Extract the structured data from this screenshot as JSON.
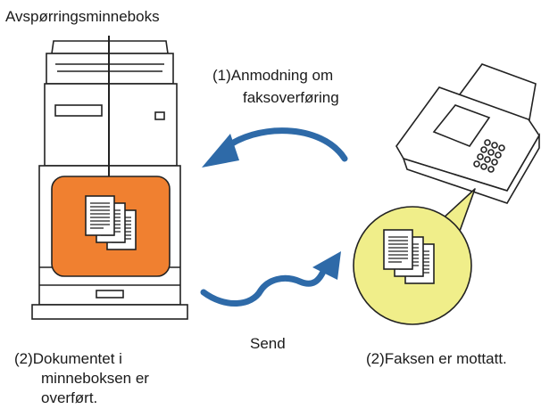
{
  "labels": {
    "memory_box": "Avspørringsminneboks",
    "request_line1": "(1)Anmodning om",
    "request_line2": "faksoverføring",
    "send": "Send",
    "doc_line1": "(2)Dokumentet i",
    "doc_line2": "minneboksen er",
    "doc_line3": "overført.",
    "fax_received": "(2)Faksen er mottatt."
  },
  "colors": {
    "memory_box_fill": "#f08030",
    "received_circle_fill": "#f0ee8a",
    "arrow": "#2e6aa8",
    "outline": "#222222"
  },
  "icons": [
    "multifunction-printer-icon",
    "document-stack-icon",
    "fax-machine-icon",
    "curved-arrow-icon"
  ]
}
